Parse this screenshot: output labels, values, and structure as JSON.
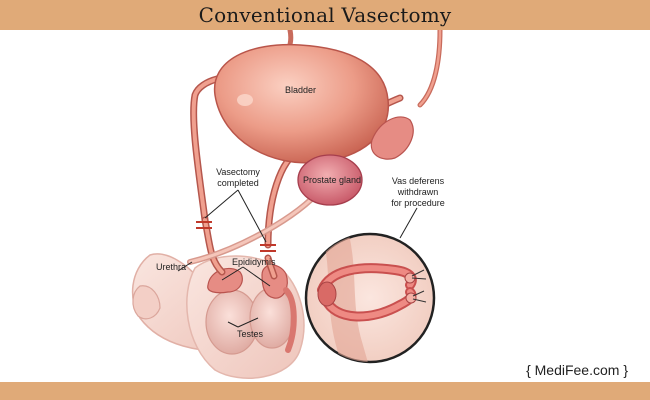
{
  "header": {
    "title": "Conventional Vasectomy"
  },
  "diagram": {
    "labels": {
      "bladder": "Bladder",
      "prostate": "Prostate gland",
      "vasectomy_line1": "Vasectomy",
      "vasectomy_line2": "completed",
      "vas_line1": "Vas deferens",
      "vas_line2": "withdrawn",
      "vas_line3": "for procedure",
      "urethra": "Urethra",
      "epididymis": "Epididymis",
      "testes": "Testes"
    }
  },
  "footer": {
    "watermark": "{ MediFee.com }"
  },
  "colors": {
    "banner": "#e0aa78",
    "organ": "#e79a88",
    "organ_dark": "#c9655a",
    "skin": "#f4d7cf"
  }
}
